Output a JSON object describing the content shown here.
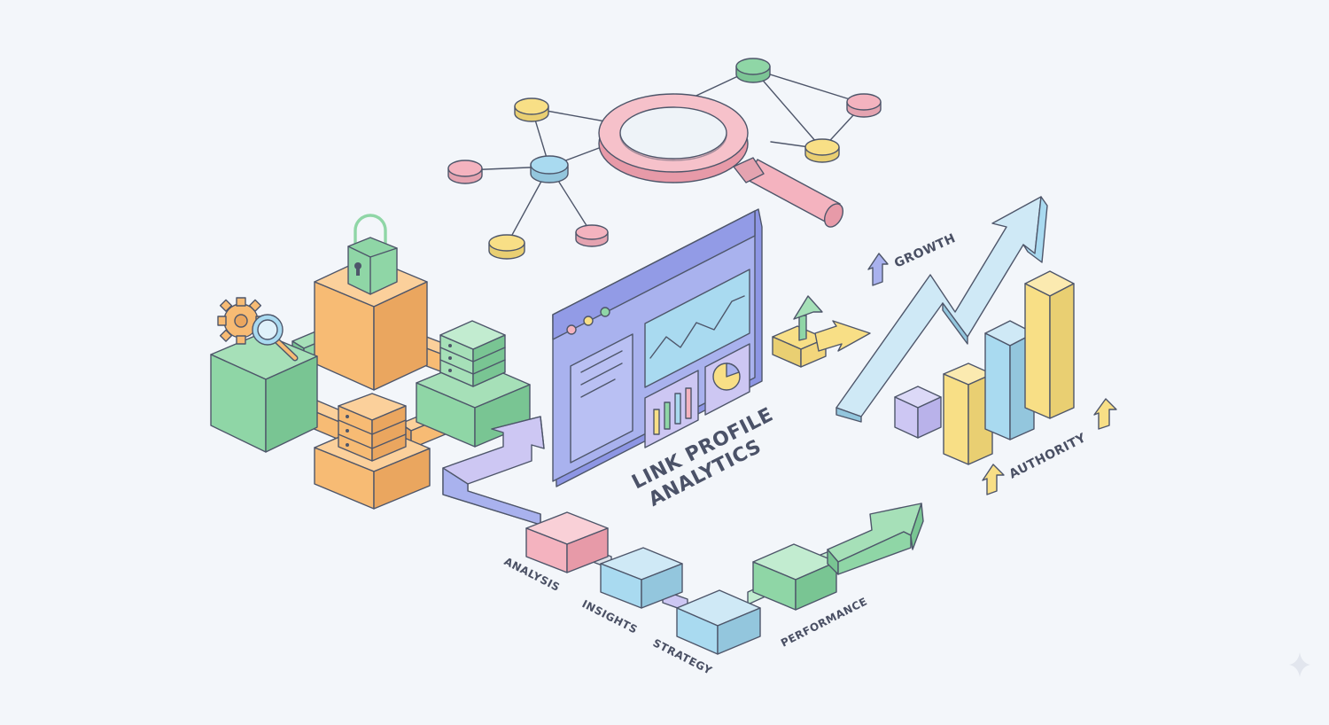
{
  "title": {
    "line1": "LINK PROFILE",
    "line2": "ANALYTICS"
  },
  "labels": {
    "growth": "GROWTH",
    "authority": "AUTHORITY"
  },
  "steps": [
    {
      "label": "ANALYSIS"
    },
    {
      "label": "INSIGHTS"
    },
    {
      "label": "STRATEGY"
    },
    {
      "label": "PERFORMANCE"
    }
  ],
  "colors": {
    "background": "#f3f6fa",
    "green": "#8fd6a6",
    "orange": "#f7bb74",
    "pink": "#f4b3bf",
    "blue": "#a9daf0",
    "yellow": "#f8df86",
    "purple": "#a9b2ee",
    "lavender": "#cdc7f3",
    "outline": "#4e566a"
  },
  "icons": [
    "magnifier-icon",
    "padlock-icon",
    "gear-icon",
    "server-icon",
    "dashboard-window-icon",
    "growth-arrow-icon",
    "bar-chart-icon",
    "up-arrow-icon",
    "sparkle-icon"
  ]
}
